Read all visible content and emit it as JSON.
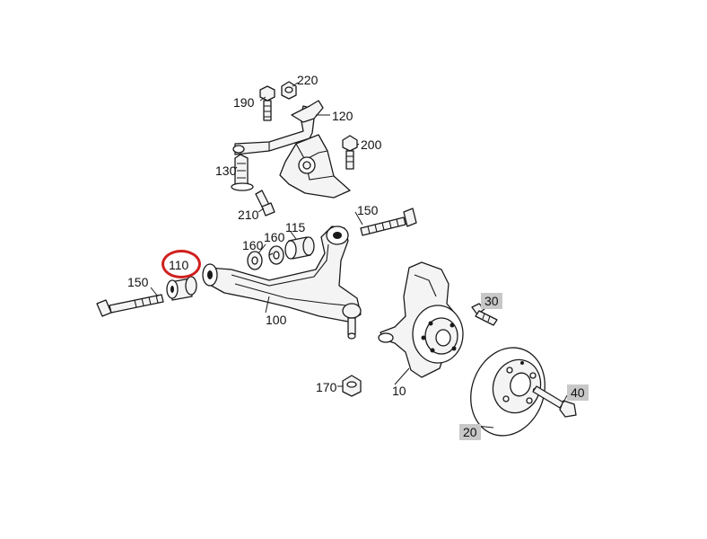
{
  "diagram": {
    "part_labels": {
      "p10": "10",
      "p20": "20",
      "p30": "30",
      "p40": "40",
      "p100": "100",
      "p110": "110",
      "p115": "115",
      "p120": "120",
      "p130": "130",
      "p150_left": "150",
      "p150_right": "150",
      "p160_a": "160",
      "p160_b": "160",
      "p170": "170",
      "p190": "190",
      "p200": "200",
      "p210": "210",
      "p220": "220"
    },
    "highlight_color": "#d0201e",
    "label_box_color": "#c8c8c8"
  }
}
